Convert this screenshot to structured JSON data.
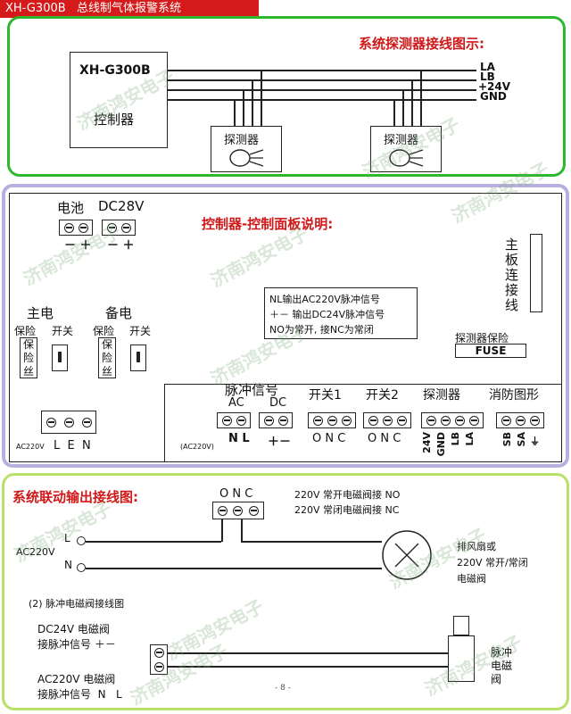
{
  "header": {
    "title": "XH-G300B   总线制气体报警系统"
  },
  "wiring": {
    "title": "系统探测器接线图示:",
    "controller_model": "XH-G300B",
    "controller_label": "控制器",
    "bus_labels": [
      "LA",
      "LB",
      "+24V",
      "GND"
    ],
    "detector_label": "探测器"
  },
  "panel": {
    "title": "控制器-控制面板说明:",
    "battery_label": "电池",
    "dc_label": "DC28V",
    "polarity": "－ ＋",
    "main_power": "主电",
    "backup_power": "备电",
    "fuse_word": "保险",
    "switch_word": "开关",
    "fuse_text": "保险丝",
    "board_link": "主板连接线",
    "legend": [
      "NL输出AC220V脉冲信号",
      "＋－ 输出DC24V脉冲信号",
      "NO为常开, 接NC为常闭"
    ],
    "detector_fuse": "探测器保险",
    "fuse_box": "FUSE",
    "power_ac_label": "AC220V",
    "len_labels": "L  E  N",
    "pulse_label": "脉冲信号",
    "ac": "AC",
    "dc": "DC",
    "nl": "N L",
    "pm": "＋－",
    "switch1": "开关1",
    "switch2": "开关2",
    "onc1": "O N C",
    "onc2": "O N C",
    "detector_term": "探测器",
    "detector_pins": [
      "24V",
      "GND",
      "LB",
      "LA"
    ],
    "fire_label": "消防图形",
    "fire_pins": [
      "SB",
      "SA",
      "⏚"
    ],
    "ac_small": "(AC220V)"
  },
  "linkage": {
    "title": "系统联动输出接线图:",
    "onc": "O N C",
    "no_text": "220V 常开电磁阀接 NO",
    "nc_text": "220V 常闭电磁阀接 NC",
    "l_label": "L",
    "n_label": "N",
    "ac_label": "AC220V",
    "fan_label": "排风扇或",
    "fan_label2": "220V 常开/常闭",
    "fan_label3": "电磁阀",
    "pulse_title": "(2) 脉冲电磁阀接线图",
    "dc_valve": "DC24V 电磁阀",
    "dc_pulse": "接脉冲信号 ＋－",
    "ac_valve": "AC220V 电磁阀",
    "ac_pulse": "接脉冲信号  N   L",
    "pulse_valve": "脉冲电磁阀",
    "page_no": "- 8 -"
  },
  "watermark": "济南鸿安电子"
}
